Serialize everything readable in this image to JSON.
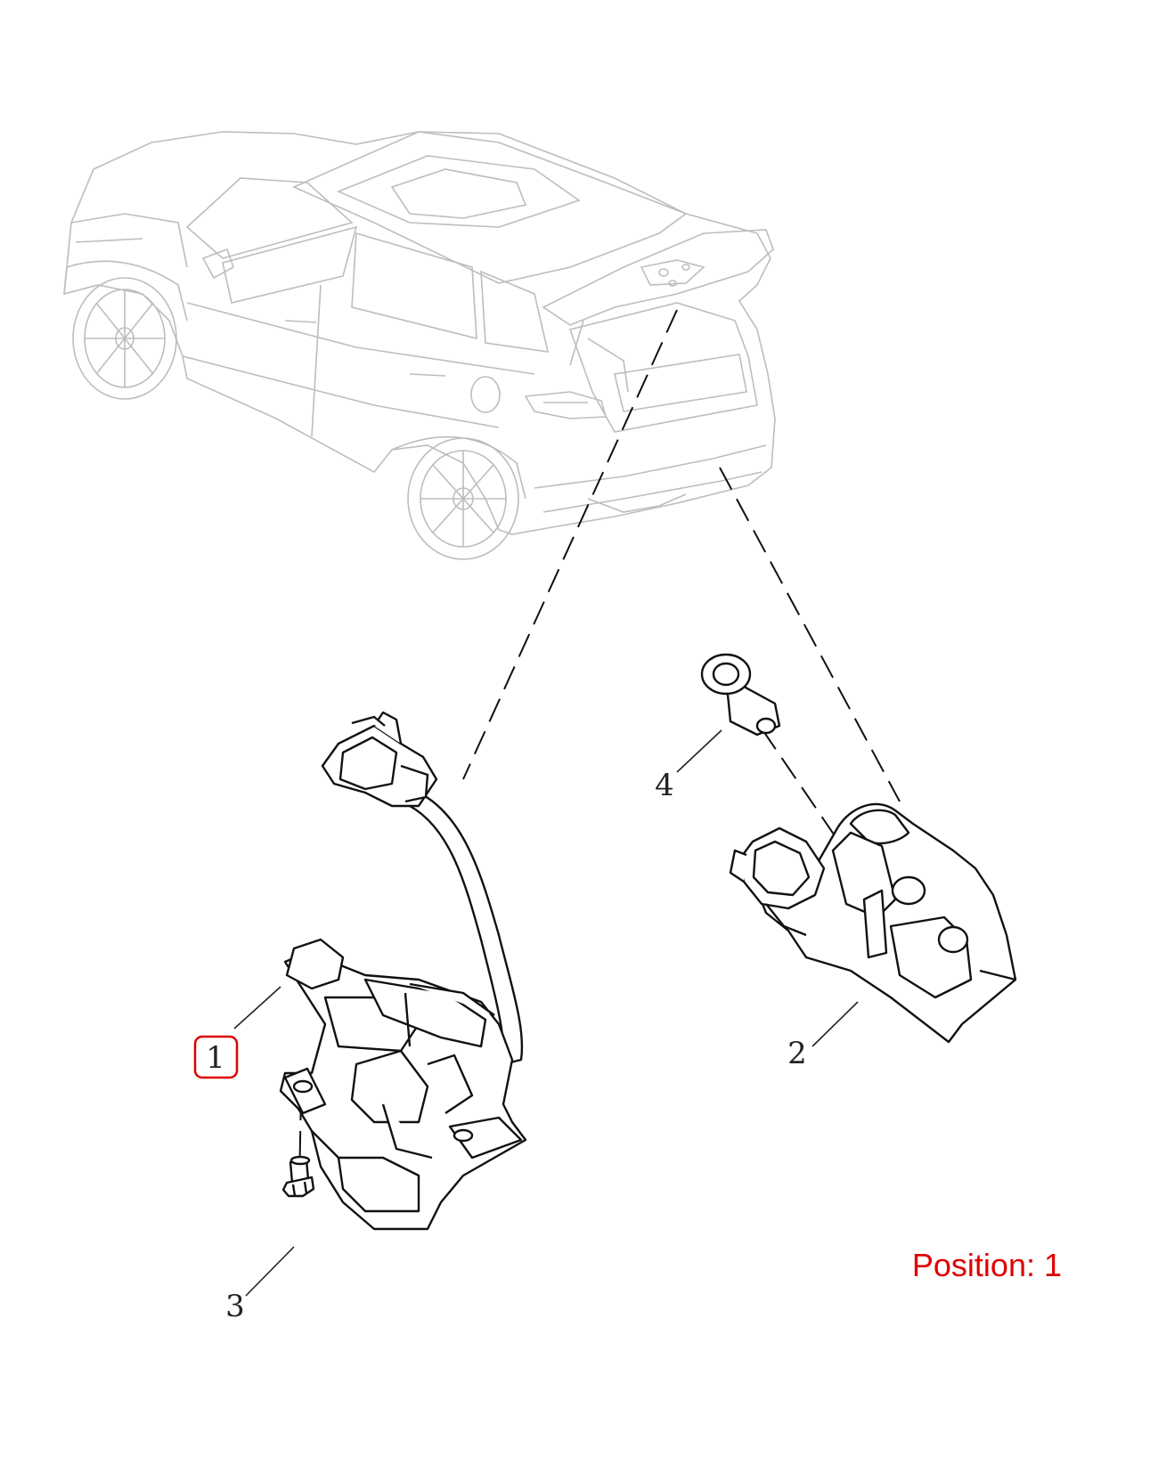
{
  "callouts": [
    {
      "id": "1",
      "label": "1",
      "highlighted": true
    },
    {
      "id": "2",
      "label": "2",
      "highlighted": false
    },
    {
      "id": "3",
      "label": "3",
      "highlighted": false
    },
    {
      "id": "4",
      "label": "4",
      "highlighted": false
    }
  ],
  "position_label": "Position: 1",
  "colors": {
    "highlight": "#e00000",
    "line": "#111111",
    "car_outline": "#bdbdbd"
  }
}
